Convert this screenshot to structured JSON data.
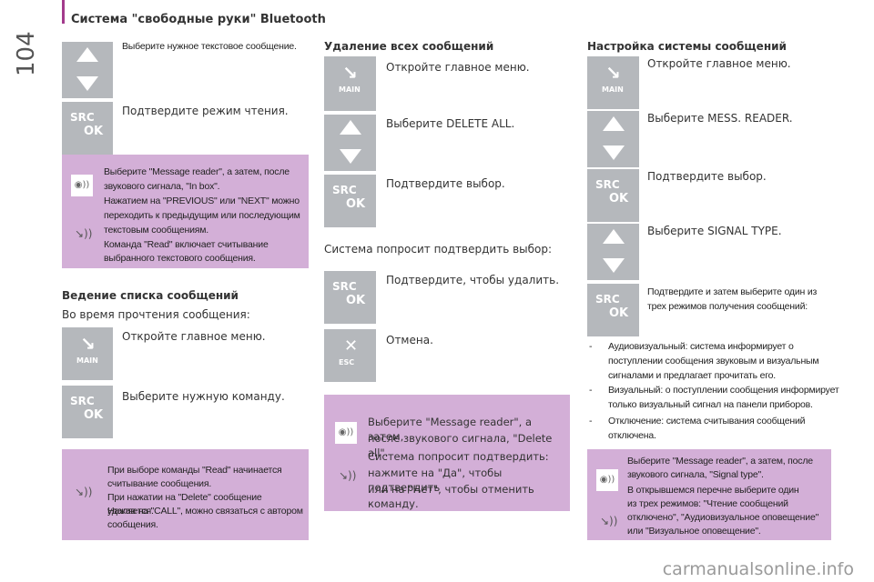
{
  "page": {
    "number": "104",
    "header_title": "Система \"свободные руки\" Bluetooth"
  },
  "col1": {
    "step_select_msg": "Выберите нужное текстовое сообщение.",
    "step_confirm_read": "Подтвердите режим чтения.",
    "panel1": {
      "line1": "Выберите \"Message reader\", а затем, после",
      "line2": "звукового сигнала, \"In box\".",
      "line3": "Нажатием на \"PREVIOUS\" или \"NEXT\" можно",
      "line4": "переходить к предыдущим или последующим",
      "line5": "текстовым сообщениям.",
      "line6": "Команда \"Read\" включает считывание",
      "line7": "выбранного текстового сообщения."
    },
    "section_title": "Ведение списка сообщений",
    "section_intro": "Во время прочтения сообщения:",
    "step_open_menu": "Откройте главное меню.",
    "step_select_cmd": "Выберите нужную команду.",
    "panel2": {
      "line1": "При выборе команды \"Read\" начинается",
      "line2": "считывание сообщения.",
      "line3": "При нажатии на \"Delete\" сообщение удаляется.",
      "line4": "Нажав на \"CALL\", можно связаться с автором",
      "line5": "сообщения."
    }
  },
  "col2": {
    "section_title": "Удаление всех сообщений",
    "step_open_menu": "Откройте главное меню.",
    "step_delete_all": "Выберите DELETE ALL.",
    "step_confirm": "Подтвердите выбор.",
    "system_asks": "Система попросит подтвердить выбор:",
    "step_confirm_delete": "Подтвердите, чтобы удалить.",
    "step_cancel": "Отмена.",
    "panel": {
      "line1": "Выберите \"Message reader\", а затем,",
      "line2": "после звукового сигнала, \"Delete all\".",
      "line3": "Система попросит подтвердить:",
      "line4": "нажмите на \"Да\", чтобы подтвердить",
      "line5": "или на \"Нет\", чтобы отменить команду."
    }
  },
  "col3": {
    "section_title": "Настройка системы сообщений",
    "step_open_menu": "Откройте главное меню.",
    "step_mess_reader": "Выберите MESS. READER.",
    "step_confirm": "Подтвердите выбор.",
    "step_signal_type": "Выберите SIGNAL TYPE.",
    "step_confirm_mode_1": "Подтвердите и затем выберите один из",
    "step_confirm_mode_2": "трех режимов получения сообщений:",
    "bullets": [
      {
        "dash": "-",
        "l1": "Аудиовизуальный: система информирует о",
        "l2": "поступлении сообщения звуковым и визуальным",
        "l3": "сигналами и предлагает прочитать его."
      },
      {
        "dash": "-",
        "l1": "Визуальный: о поступлении сообщения информирует",
        "l2": "только визуальный сигнал на панели приборов.",
        "l3": ""
      },
      {
        "dash": "-",
        "l1": "Отключение: система считывания сообщений",
        "l2": "отключена.",
        "l3": ""
      }
    ],
    "panel": {
      "line1": "Выберите \"Message reader\", а затем, после",
      "line2": "звукового сигнала, \"Signal type\".",
      "line3": "В открывшемся перечне выберите один",
      "line4": "из трех режимов: \"Чтение сообщений",
      "line5": "отключено\", \"Аудиовизуальное оповещение\"",
      "line6": "или \"Визуальное оповещение\"."
    }
  },
  "buttons": {
    "src": "SRC",
    "ok": "OK",
    "main": "MAIN",
    "esc": "ESC"
  },
  "icons": {
    "voice": "voice-icon",
    "phone_voice": "phone-voice-icon",
    "arrow_up": "arrow-up-icon",
    "arrow_down": "arrow-down-icon",
    "main": "main-phone-icon",
    "esc": "esc-icon"
  },
  "colors": {
    "panel": "#d3afd7",
    "button": "#b5b8bc",
    "accent": "#a33b8c"
  },
  "watermark": "carmanualsonline.info"
}
